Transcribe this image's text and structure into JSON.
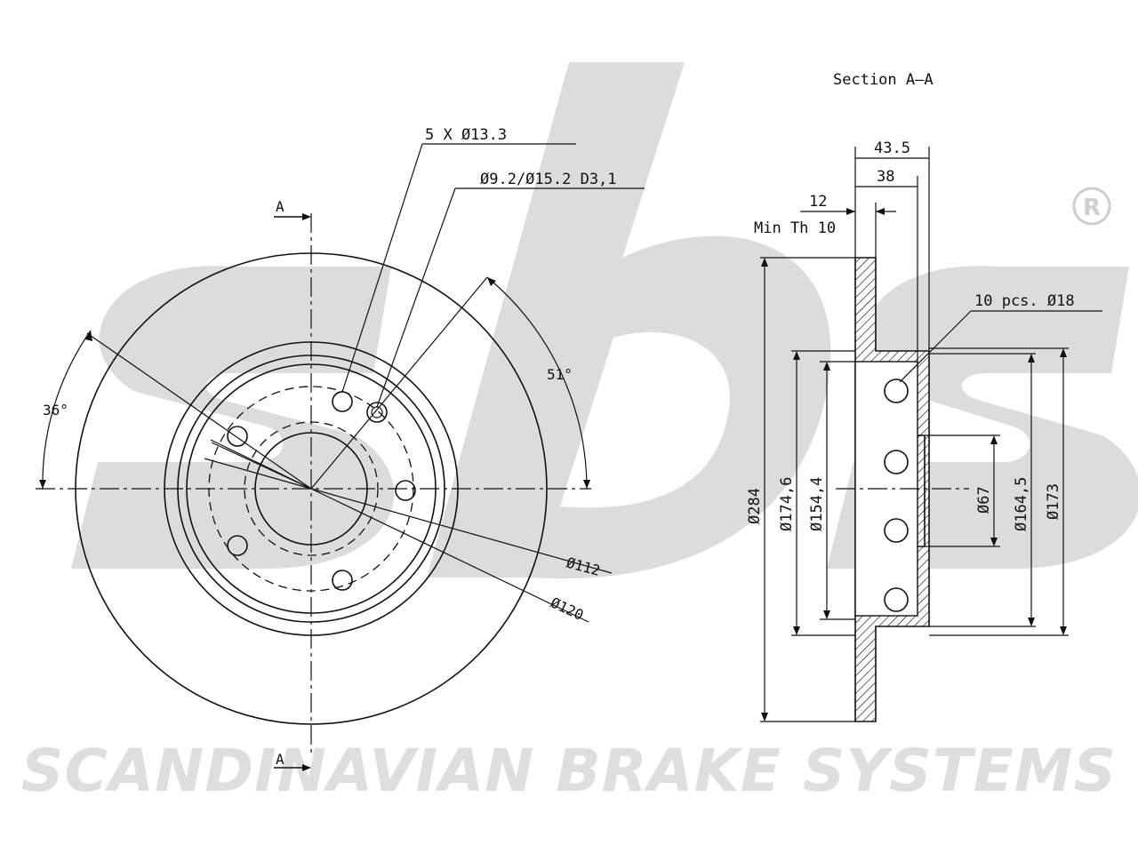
{
  "watermark": {
    "logo": "sbs",
    "registered_mark": "R",
    "company_name": "SCANDINAVIAN BRAKE SYSTEMS"
  },
  "front_view": {
    "section_marker": "A",
    "bolt_holes": "5 X Ø13.3",
    "threaded_holes": "Ø9.2/Ø15.2 D3,1",
    "angle_left": "36°",
    "angle_right": "51°",
    "pcd_inner": "Ø112",
    "pcd_outer": "Ø120"
  },
  "section_view": {
    "title": "Section A–A",
    "overall_height": "43.5",
    "hat_height": "38",
    "thickness": "12",
    "min_thickness": "Min Th 10",
    "vent_holes": "10 pcs. Ø18",
    "disc_diameter": "Ø284",
    "dia_174": "Ø174,6",
    "dia_154": "Ø154,4",
    "center_bore": "Ø67",
    "dia_164": "Ø164,5",
    "dia_173": "Ø173"
  }
}
